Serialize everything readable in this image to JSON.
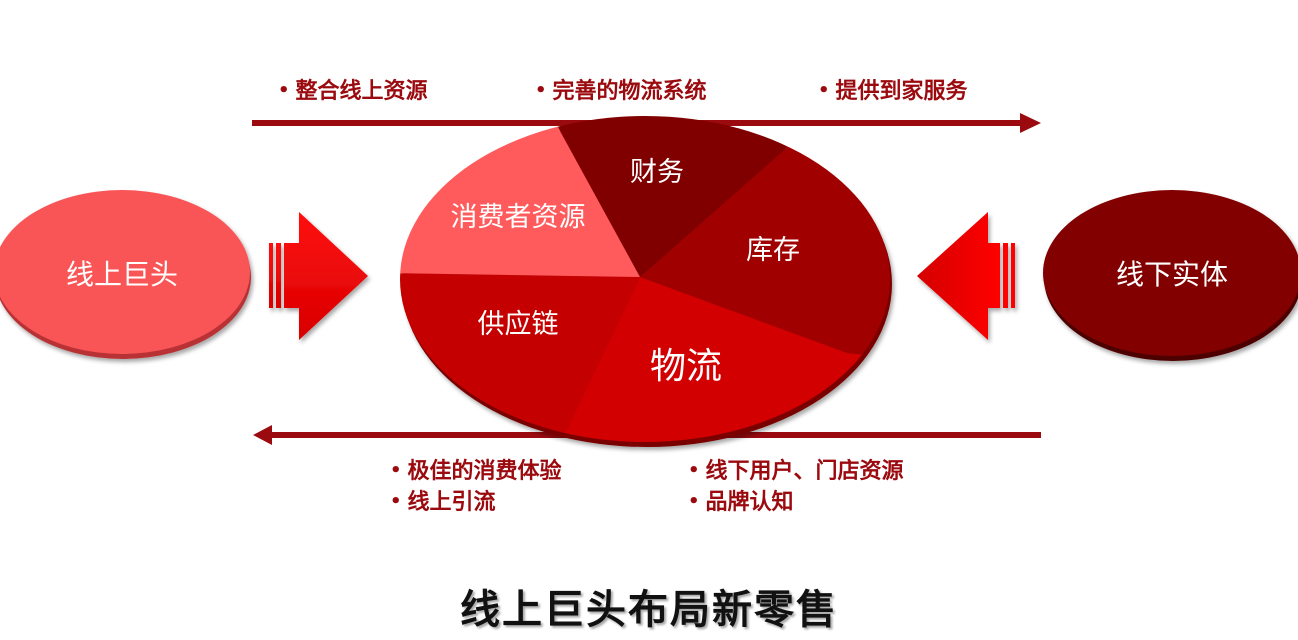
{
  "title": "线上巨头布局新零售",
  "top_flow": {
    "direction": "right",
    "items": [
      "整合线上资源",
      "完善的物流系统",
      "提供到家服务"
    ]
  },
  "bottom_flow": {
    "direction": "left",
    "left_items": [
      "极佳的消费体验",
      "线上引流"
    ],
    "right_items": [
      "线下用户、门店资源",
      "品牌认知"
    ]
  },
  "left_entity": {
    "label": "线上巨头",
    "color": "#F95456"
  },
  "right_entity": {
    "label": "线下实体",
    "color": "#820000"
  },
  "pie": {
    "slices": [
      {
        "label": "财务",
        "color": "#800000"
      },
      {
        "label": "库存",
        "color": "#A00000"
      },
      {
        "label": "物流",
        "color": "#D00000"
      },
      {
        "label": "供应链",
        "color": "#C40000"
      },
      {
        "label": "消费者资源",
        "color": "#FF5A5C"
      }
    ]
  },
  "colors": {
    "flow_line": "#9B0A0E",
    "block_arrow": "#FF0000",
    "bullet_text": "#9B0A0E"
  }
}
